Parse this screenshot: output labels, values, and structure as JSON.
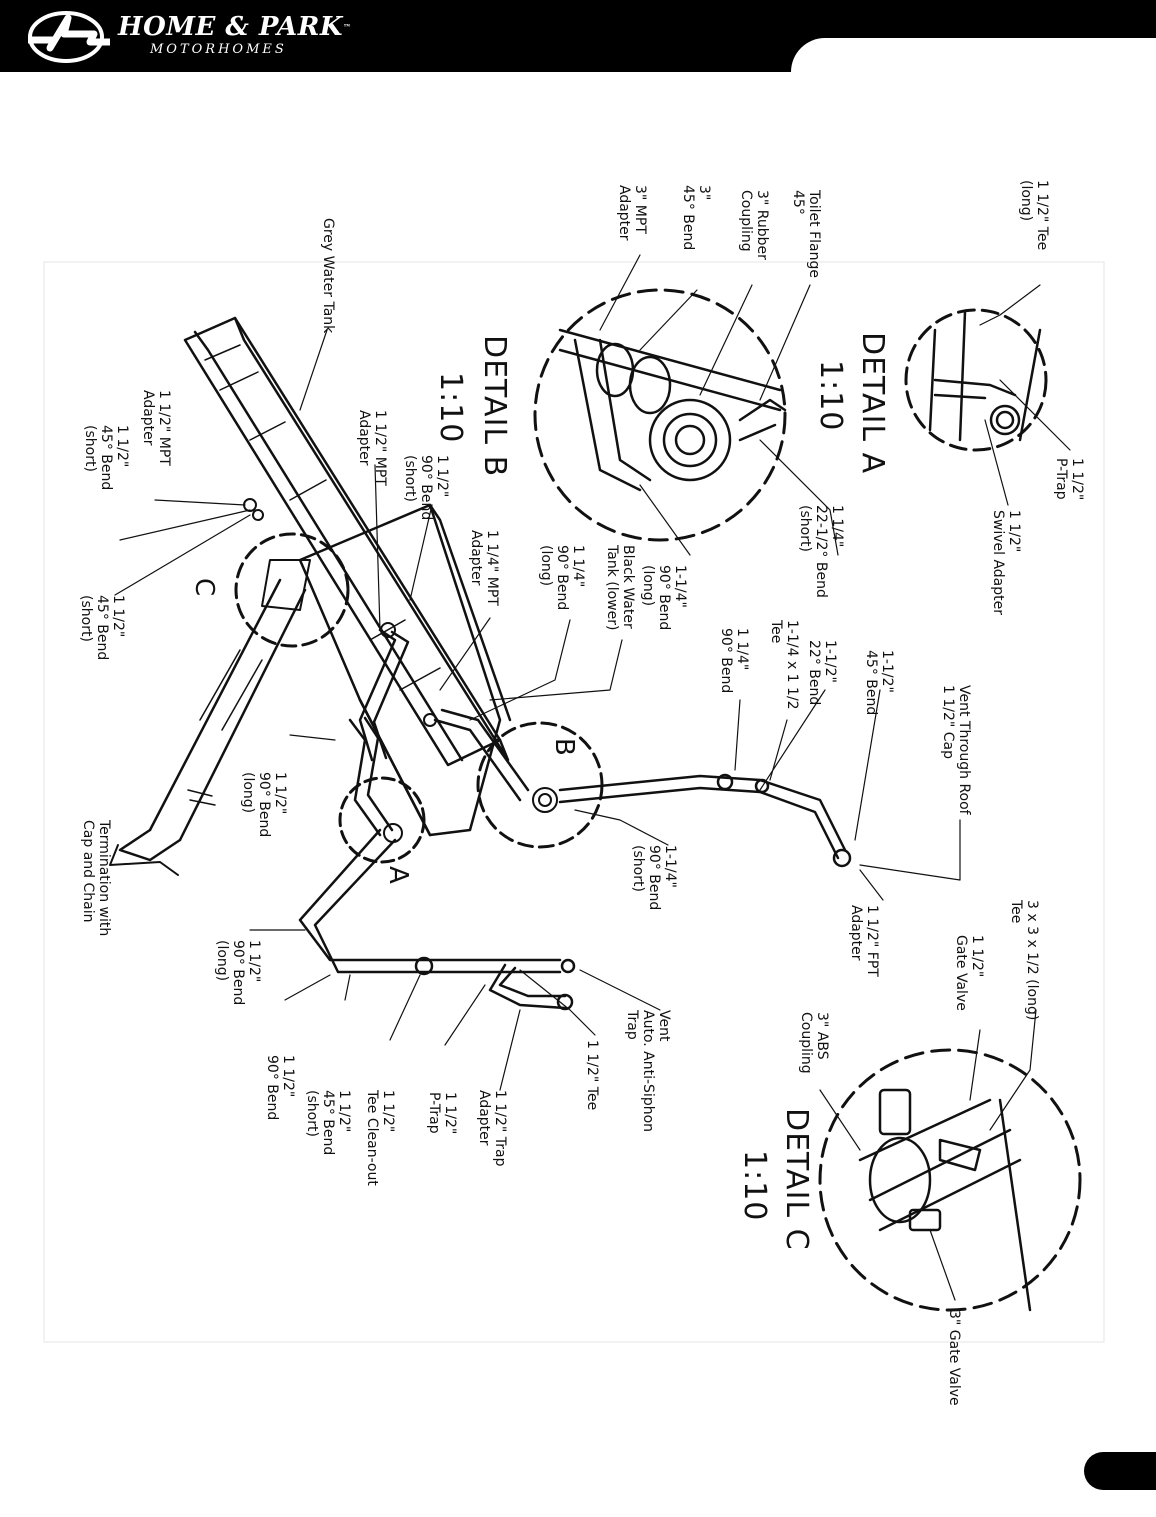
{
  "header": {
    "brand_name": "HOME & PARK",
    "brand_tm": "™",
    "brand_subtitle": "MOTORHOMES"
  },
  "footer": {
    "page_number": ""
  },
  "detail_titles": {
    "a_title": "DETAIL A",
    "a_scale": "1:10",
    "b_title": "DETAIL B",
    "b_scale": "1:10",
    "c_title": "DETAIL C",
    "c_scale": "1:10"
  },
  "section_letters": {
    "a": "A",
    "b": "B",
    "c": "C"
  },
  "labels": {
    "tee_long": "1 1/2\" Tee\n(long)",
    "toilet_flange": "Toilet Flange\n45°",
    "rubber_coupling": "3\" Rubber\nCoupling",
    "bend_45_3": "3\"\n45° Bend",
    "mpt_adapter_3": "3\" MPT\nAdapter",
    "grey_water_tank": "Grey Water Tank",
    "mpt_adapter_112_upper": "1 1/2\" MPT\nAdapter",
    "bend_90_short_112": "1 1/2\"\n90° Bend\n(short)",
    "mpt_adapter_112_lower": "1 1/2\" MPT\nAdapter",
    "bend_45_short_112_upper": "1 1/2\"\n45° Bend\n(short)",
    "bend_45_short_112_side": "1 1/2\"\n45° Bend\n(short)",
    "mpt_adapter_114": "1 1/4\" MPT\nAdapter",
    "bend_90_long_114": "1 1/4\"\n90° Bend\n(long)",
    "black_water_tank": "Black Water\nTank (lower)",
    "bend_90_long_1_14": "1-1/4\"\n90° Bend\n(long)",
    "bend_22_short": "1 1/4\"\n22-1/2° Bend\n(short)",
    "ptrap_a": "1 1/2\"\nP-Trap",
    "swivel_adapter": "1 1/2\"\nSwivel Adapter",
    "bend_22_112": "1-1/2\"\n22° Bend",
    "tee_114x112": "1-1/4 x 1 1/2\nTee",
    "bend_90_114": "1 1/4\"\n90° Bend",
    "bend_45_1_12": "1-1/2\"\n45° Bend",
    "vent_through_roof": "Vent Through Roof\n1 1/2\" Cap",
    "bend_90_short_1_14": "1-1/4\"\n90° Bend\n(short)",
    "bend_90_long_112_mid": "1 1/2\"\n90° Bend\n(long)",
    "termination": "Termination with\nCap and Chain",
    "bend_90_long_112_low": "1 1/2\"\n90° Bend\n(long)",
    "bend_90_112": "1 1/2\"\n90° Bend",
    "bend_45_short_112_low": "1 1/2\"\n45° Bend\n(short)",
    "tee_cleanout": "1 1/2\"\nTee Clean-out",
    "ptrap_main": "1 1/2\"\nP-Trap",
    "trap_adapter": "1 1/2\" Trap\nAdapter",
    "tee_112": "1 1/2\" Tee",
    "vent_anti_siphon": "Vent\nAuto. Anti-Siphon\nTrap",
    "fpt_adapter": "1 1/2\" FPT\nAdapter",
    "tee_3x3": "3 x 3 x 1/2 (long)\nTee",
    "gate_valve_112": "1 1/2\"\nGate Valve",
    "abs_coupling": "3\" ABS\nCoupling",
    "gate_valve_3": "3\" Gate Valve"
  }
}
